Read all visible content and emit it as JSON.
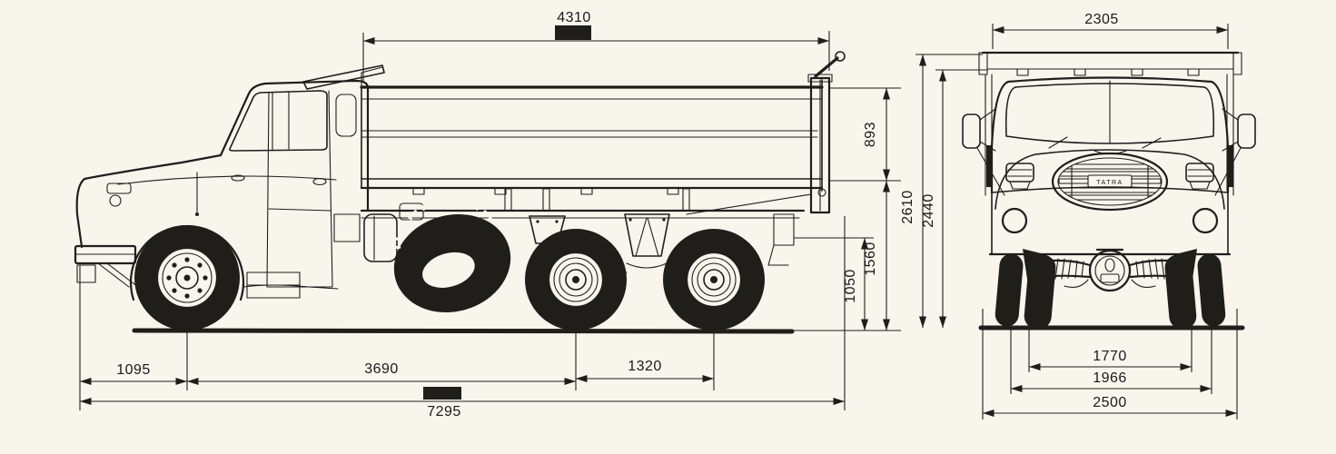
{
  "page": {
    "paper_color": "#f8f5ec",
    "ink_color": "#201e1a",
    "description_units": "mm"
  },
  "side_view": {
    "dimensions": {
      "body_length": "4310",
      "body_side_height": "893",
      "platform_height": "1560",
      "frame_height": "1050",
      "front_overhang": "1095",
      "wheelbase": "3690",
      "bogie_axle_spacing": "1320",
      "overall_length": "7295"
    }
  },
  "front_view": {
    "grille_badge": "TATRA",
    "dimensions": {
      "body_width": "2305",
      "overall_height": "2610",
      "cab_height": "2440",
      "front_track": "1770",
      "body_outer_width": "1966",
      "overall_width": "2500"
    }
  }
}
